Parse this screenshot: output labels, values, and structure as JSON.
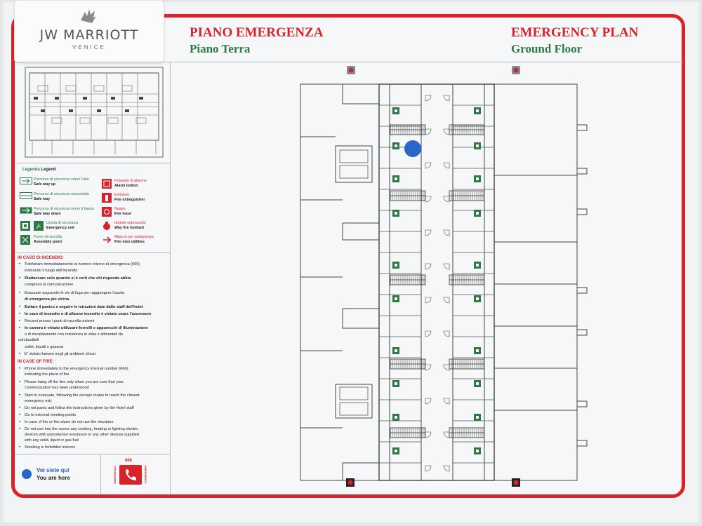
{
  "logo": {
    "name": "JW MARRIOTT",
    "sub": "VENICE"
  },
  "titles": {
    "it_title": "PIANO EMERGENZA",
    "it_floor": "Piano Terra",
    "en_title": "EMERGENCY PLAN",
    "en_floor": "Ground Floor"
  },
  "colors": {
    "red": "#d8232a",
    "green": "#2d7a45",
    "blue": "#2a66c7"
  },
  "legend": {
    "title_it": "Legenda",
    "title_en": "Legend",
    "items": [
      {
        "it": "Percorso di sicurezza verso l'alto",
        "en": "Safe way up",
        "icon": "safe-way-up-icon"
      },
      {
        "it": "Percorso di sicurezza orizzontale",
        "en": "Safe way",
        "icon": "safe-way-icon"
      },
      {
        "it": "Percorso di sicurezza verso il basso",
        "en": "Safe way down",
        "icon": "safe-way-down-icon"
      },
      {
        "it": "Uscita di sicurezza",
        "en": "Emergency exit",
        "icon": "emergency-exit-icon"
      },
      {
        "it": "Punto di raccolta",
        "en": "Assembly point",
        "icon": "assembly-point-icon"
      },
      {
        "it": "Pulsante di allarme",
        "en": "Alarm botton",
        "icon": "alarm-button-icon"
      },
      {
        "it": "Estintore",
        "en": "Fire extinguisher",
        "icon": "fire-extinguisher-icon"
      },
      {
        "it": "Naspo",
        "en": "Fire hose",
        "icon": "fire-hose-icon"
      },
      {
        "it": "Idrante soprasuolo",
        "en": "Way fire hydrant",
        "icon": "fire-hydrant-icon"
      },
      {
        "it": "Attacco per autopompa",
        "en": "Fire men utilities",
        "icon": "fire-men-utilities-icon"
      }
    ]
  },
  "it_section": {
    "heading": "IN CASO DI INCENDIO:",
    "items": [
      "Telefonare immediatamente al numero interno di emergenza (666)",
      "indicando il luogo dell'incendio",
      "Riattaccare solo quando si è certi che chi risponde abbia",
      "compreso la comunicazione",
      "Evacuare seguendo le vie di fuga per raggiungere l'uscita",
      "di emergenza più vicina.",
      "Evitare il panico e seguire le istruzioni date dallo staff dell'hotel",
      "In caso di incendio o di allarme incendio è vietato usare l'ascensore",
      "Recarsi presso i punti di raccolta esterni",
      "In camera è vietato utilizzare fornelli o apparecchi di illuminazione",
      "o di riscaldamento con resistenza in vista o alimentati da",
      "combustibili",
      "solidi, liquidi o gassosi",
      "E' vietato fumare negli  gli ambienti chiusi"
    ]
  },
  "en_section": {
    "heading": "IN CASE OF FIRE:",
    "items": [
      "Phone immediately to the emergency internal number (666),",
      "indicating the place of fire",
      "Please hang off the line only when you are sure that your",
      "communication has been understood",
      "Start to evacuate, following the escape routes to reach the closest",
      "emergency exit.",
      "Do not panic and follow the instructions given by the Hotel staff",
      "Go to external meeting points",
      "In case of fire or fire-alarm do not use the elevators",
      "Do not use into the rooms any cooking, heating or lighting electric",
      "devices with unprotected resistance or any other devices supplied",
      "with any solid, liquid or gas fuel",
      "Smoking is forbidden indoors"
    ]
  },
  "you_are_here": {
    "it": "Voi siete qui",
    "en": "You are here"
  },
  "emergency_phone": {
    "number": "666",
    "label_left": "EMERGENZA",
    "label_right": "EMERGENCY"
  }
}
